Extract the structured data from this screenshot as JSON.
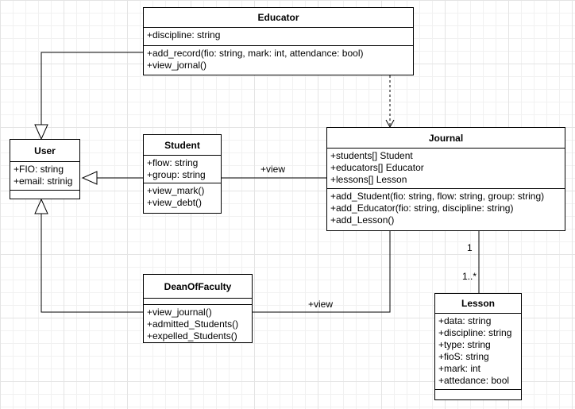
{
  "classes": {
    "educator": {
      "name": "Educator",
      "attributes": [
        "+discipline: string"
      ],
      "operations": [
        "+add_record(fio: string, mark: int, attendance: bool)",
        "+view_jornal()"
      ]
    },
    "user": {
      "name": "User",
      "attributes": [
        "+FIO: string",
        "+email: strinig"
      ],
      "operations": []
    },
    "student": {
      "name": "Student",
      "attributes": [
        "+flow: string",
        "+group: string"
      ],
      "operations": [
        "+view_mark()",
        "+view_debt()"
      ]
    },
    "journal": {
      "name": "Journal",
      "attributes": [
        "+students[] Student",
        "+educators[] Educator",
        "+lessons[] Lesson"
      ],
      "operations": [
        "+add_Student(fio: string, flow: string, group: string)",
        "+add_Educator(fio: string, discipline: string)",
        "+add_Lesson()"
      ]
    },
    "dean": {
      "name": "DeanOfFaculty",
      "attributes": [],
      "operations": [
        "+view_journal()",
        "+admitted_Students()",
        "+expelled_Students()"
      ]
    },
    "lesson": {
      "name": "Lesson",
      "attributes": [
        "+data: string",
        "+discipline: string",
        "+type: string",
        "+fioS: string",
        "+mark: int",
        "+attedance: bool"
      ],
      "operations": []
    }
  },
  "edges": {
    "student_journal_label": "+view",
    "dean_journal_label": "+view",
    "journal_mult": "1",
    "lesson_mult": "1..*"
  }
}
